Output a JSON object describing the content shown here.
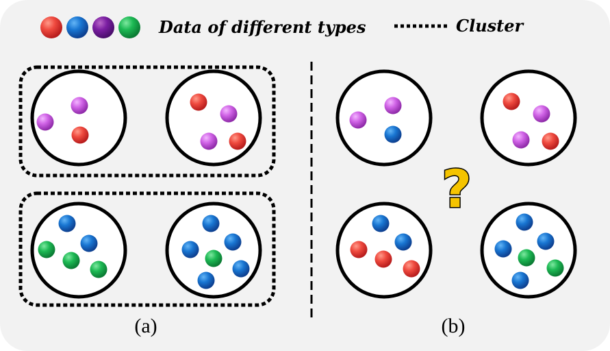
{
  "legend": {
    "data_label": "Data of different types",
    "cluster_label": "Cluster",
    "type_colors": [
      "#e53935",
      "#1565c0",
      "#6a1b9a",
      "#00a844"
    ]
  },
  "panels": {
    "a_label": "(a)",
    "b_label": "(b)"
  },
  "question_mark": "?",
  "colors": {
    "red": "#e53935",
    "blue": "#1565c0",
    "purple": "#6a1b9a",
    "violet": "#c04fd6",
    "green": "#00a844",
    "question_fill": "#f5c400",
    "background": "#f2f2f2"
  },
  "circles": [
    {
      "panel": "a",
      "group": 1,
      "dots": [
        "violet",
        "violet",
        "red"
      ]
    },
    {
      "panel": "a",
      "group": 1,
      "dots": [
        "red",
        "violet",
        "violet",
        "red"
      ]
    },
    {
      "panel": "a",
      "group": 2,
      "dots": [
        "blue",
        "blue",
        "green",
        "green",
        "green"
      ]
    },
    {
      "panel": "a",
      "group": 2,
      "dots": [
        "blue",
        "blue",
        "blue",
        "green",
        "blue",
        "blue"
      ]
    },
    {
      "panel": "b",
      "dots": [
        "violet",
        "violet",
        "blue"
      ]
    },
    {
      "panel": "b",
      "dots": [
        "red",
        "violet",
        "violet",
        "red"
      ]
    },
    {
      "panel": "b",
      "dots": [
        "blue",
        "blue",
        "red",
        "red",
        "red"
      ]
    },
    {
      "panel": "b",
      "dots": [
        "blue",
        "blue",
        "blue",
        "green",
        "green",
        "blue"
      ]
    }
  ]
}
